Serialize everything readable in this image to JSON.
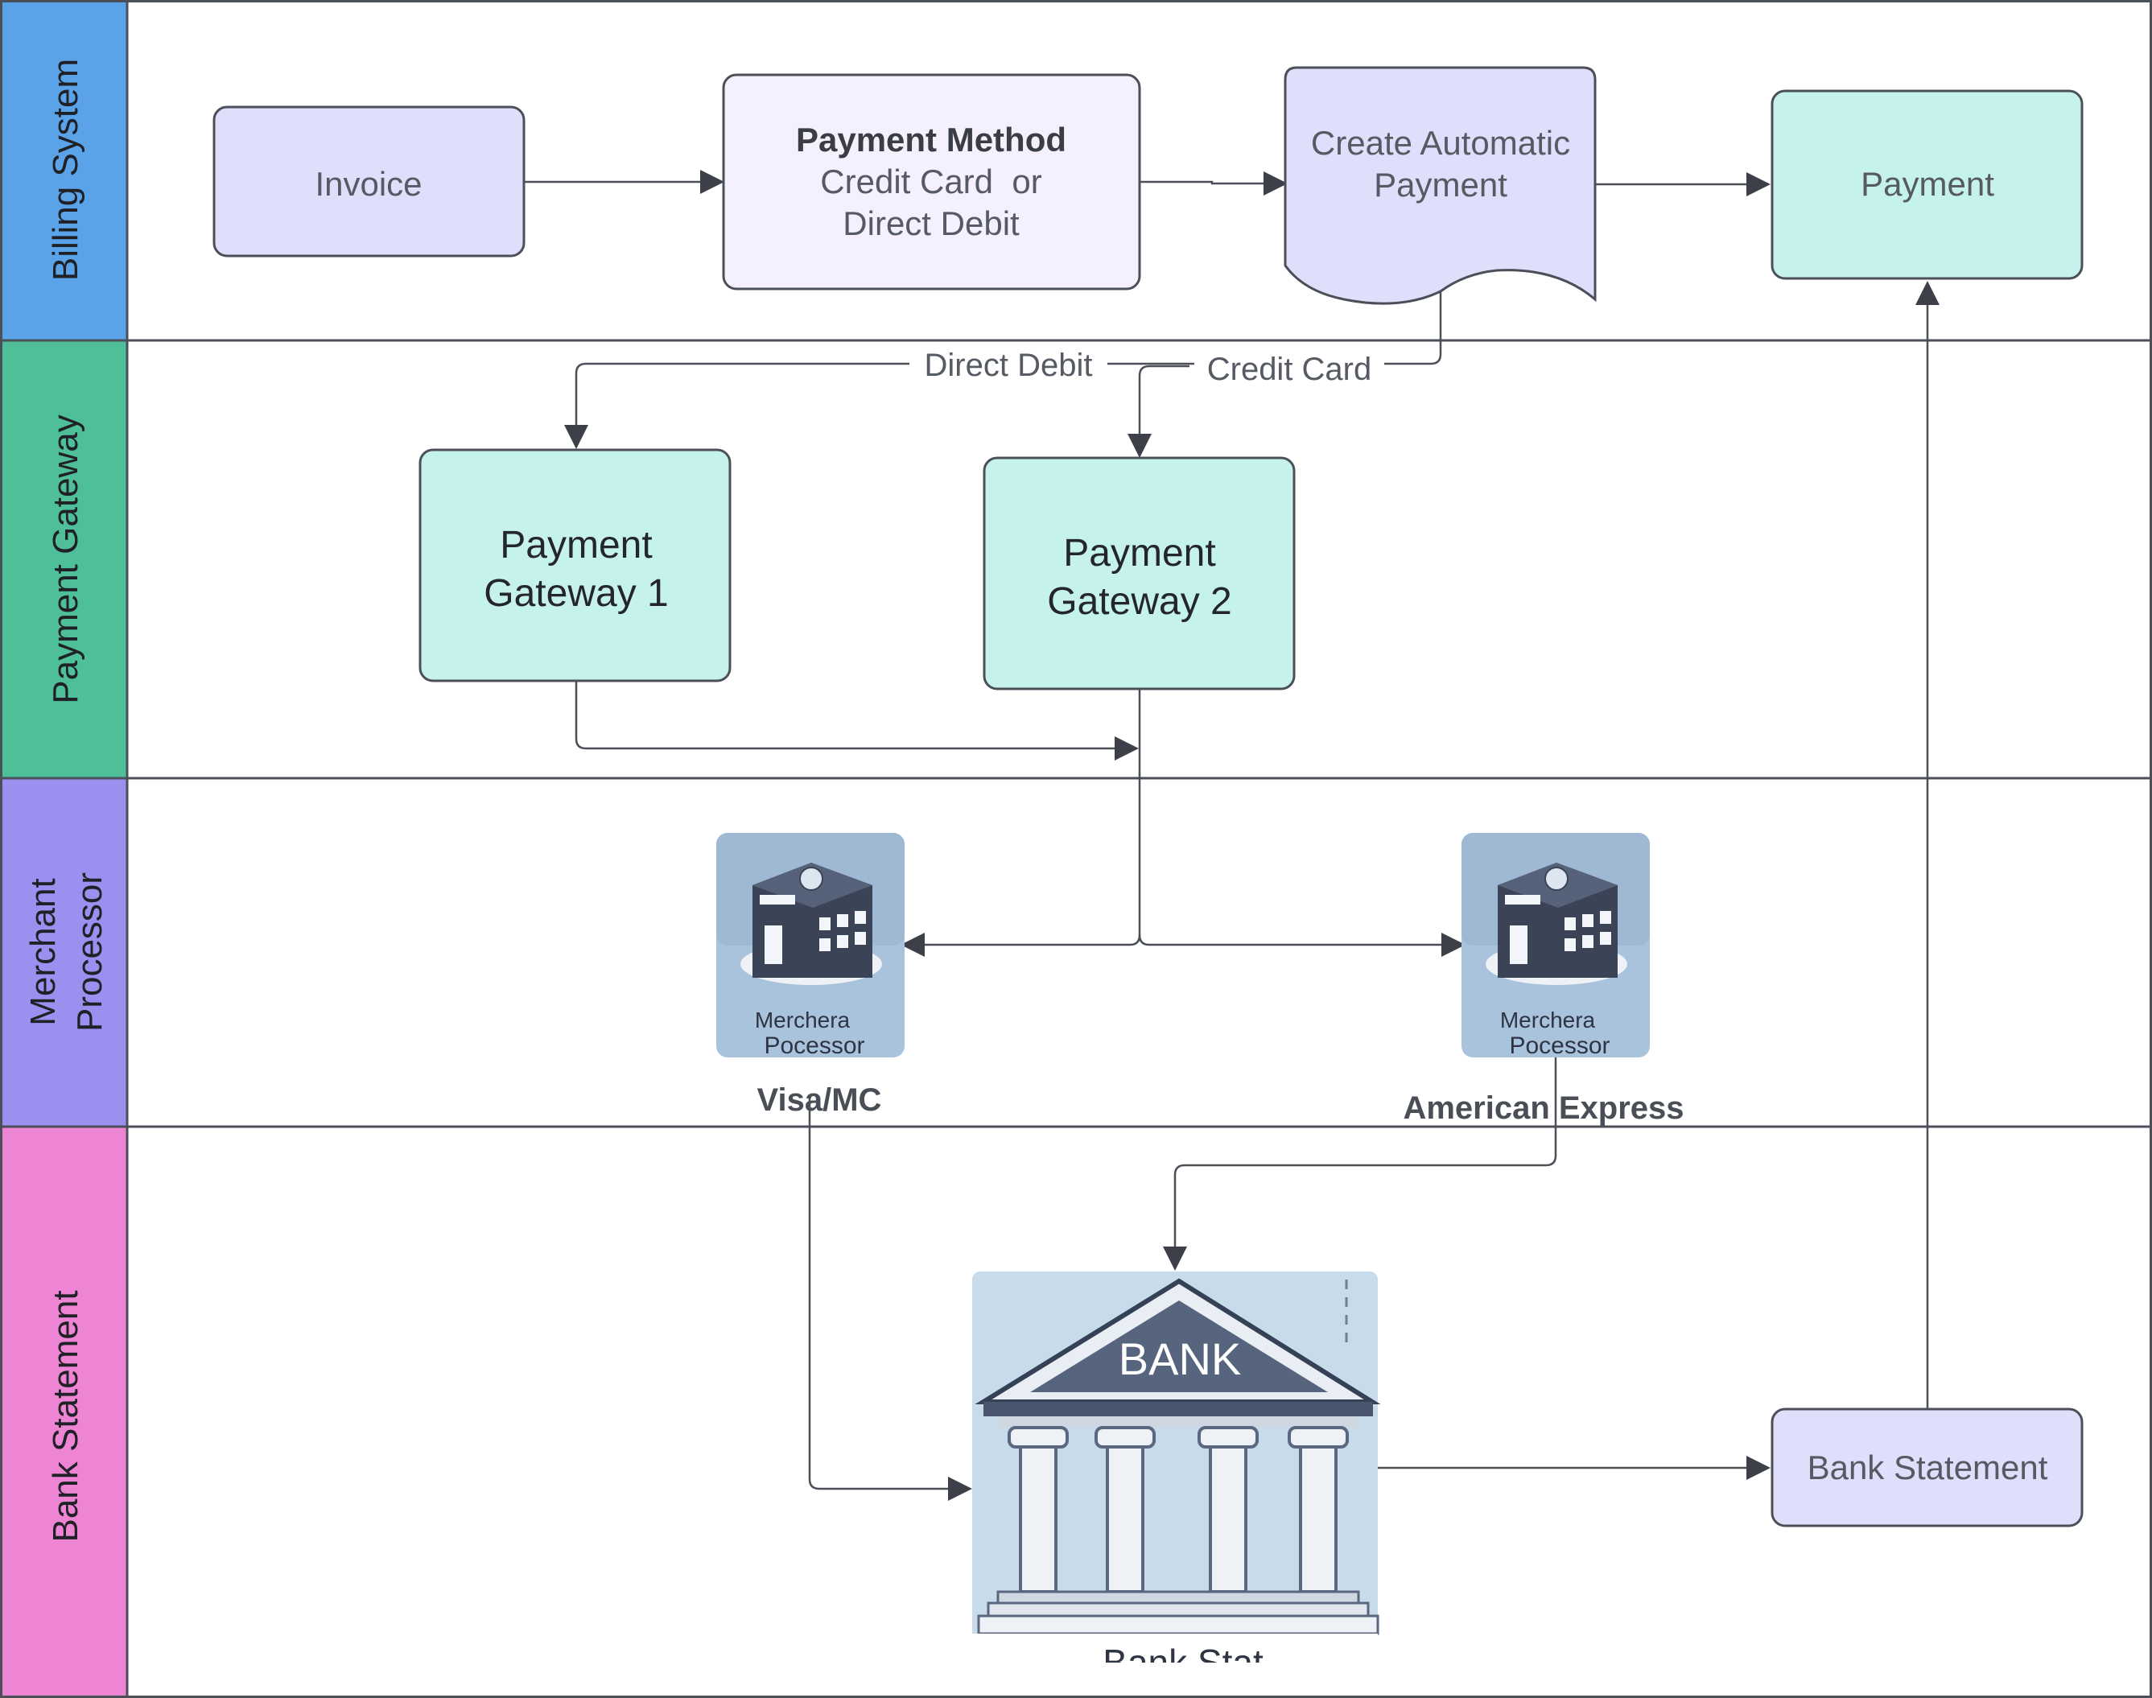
{
  "lanes": [
    {
      "label": "Billing System",
      "color": "#5aa3e8"
    },
    {
      "label": "Payment Gateway",
      "color": "#4fbf9a"
    },
    {
      "label": "Merchant Processor",
      "lines": [
        "Merchant",
        "Processor"
      ],
      "color": "#9b8ff0"
    },
    {
      "label": "Bank Statement",
      "color": "#ee84d4"
    }
  ],
  "nodes": {
    "invoice": {
      "label": "Invoice"
    },
    "payment_method": {
      "title": "Payment Method",
      "line1": "Credit Card  or",
      "line2": "Direct Debit"
    },
    "create_auto_payment": {
      "line1": "Create Automatic",
      "line2": "Payment"
    },
    "payment": {
      "label": "Payment"
    },
    "gateway1": {
      "line1": "Payment",
      "line2": "Gateway 1"
    },
    "gateway2": {
      "line1": "Payment",
      "line2": "Gateway 2"
    },
    "processor_visa": {
      "icon_line1": "Merchera",
      "icon_line2": "Pocessor",
      "caption": "Visa/MC"
    },
    "processor_amex": {
      "icon_line1": "Merchera",
      "icon_line2": "Pocessor",
      "caption": "American Express"
    },
    "bank": {
      "sign": "BANK",
      "clipped_caption": "Bank Stat"
    },
    "bank_statement": {
      "label": "Bank Statement"
    }
  },
  "edges": {
    "direct_debit": "Direct Debit",
    "credit_card": "Credit Card"
  },
  "colors": {
    "lavender": "#e0dffb",
    "pale_purple": "#f5f0fd",
    "mint": "#c5f2eb",
    "stroke": "#4b4f58",
    "text": "#555a63",
    "dark_text": "#24262b",
    "bank_bg": "#c8dbea"
  }
}
